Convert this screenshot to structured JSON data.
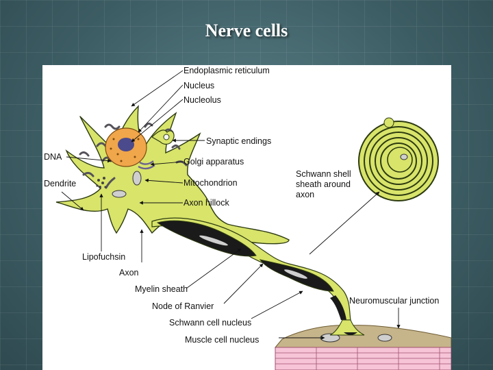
{
  "slide": {
    "title": "Nerve cells"
  },
  "colors": {
    "background": "#3f6168",
    "cell_body": "#d8e46a",
    "cell_outline": "#2c3a10",
    "myelin": "#1a1a1a",
    "nucleus": "#f0a64a",
    "nucleolus": "#4b4a8c",
    "muscle_fiber": "#f6c4d6",
    "muscle_top": "#c6b48a"
  },
  "labels": {
    "endoplasmic_reticulum": "Endoplasmic reticulum",
    "nucleus": "Nucleus",
    "nucleolus": "Nucleolus",
    "synaptic_endings": "Synaptic endings",
    "dna": "DNA",
    "golgi_apparatus": "Golgi apparatus",
    "dendrite": "Dendrite",
    "mitochondrion": "Mitochondrion",
    "axon_hillock": "Axon hillock",
    "schwann_shell_1": "Schwann shell",
    "schwann_shell_2": "sheath around",
    "schwann_shell_3": "axon",
    "lipofuchsin": "Lipofuchsin",
    "axon": "Axon",
    "myelin_sheath": "Myelin sheath",
    "node_of_ranvier": "Node of Ranvier",
    "schwann_cell_nucleus": "Schwann cell nucleus",
    "neuromuscular_junction": "Neuromuscular junction",
    "muscle_cell_nucleus": "Muscle cell nucleus"
  }
}
